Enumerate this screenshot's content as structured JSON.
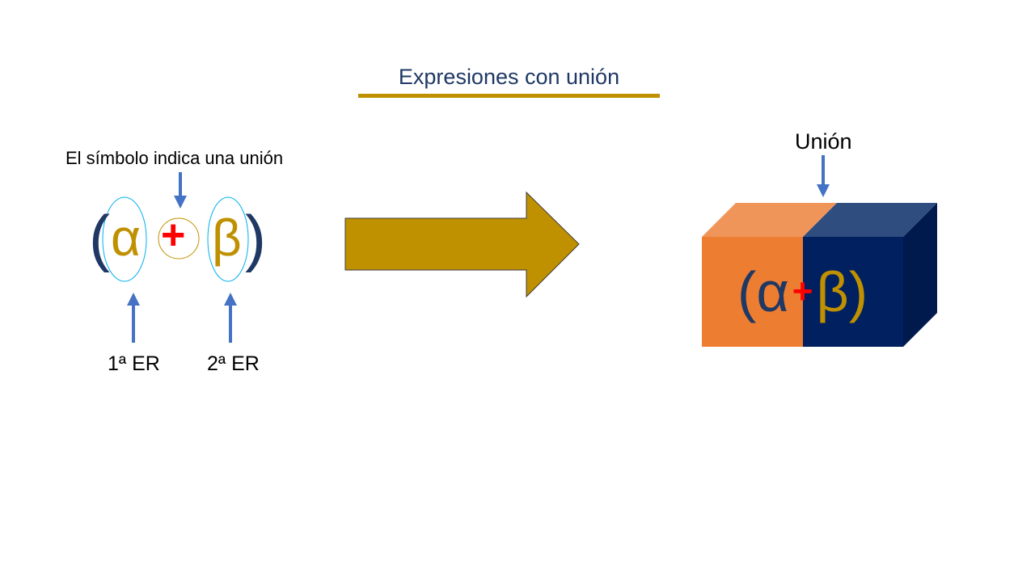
{
  "title": "Expresiones con unión",
  "left_diagram": {
    "symbol_caption": "El símbolo indica una unión",
    "open_paren": "(",
    "alpha": "α",
    "plus": "+",
    "beta": "β",
    "close_paren": ")",
    "label_first": "1ª ER",
    "label_second": "2ª ER"
  },
  "right_diagram": {
    "union_label": "Unión",
    "open_paren": "(",
    "alpha": "α",
    "plus": "+",
    "beta": "β",
    "close_paren": ")"
  },
  "colors": {
    "navy": "#1f3864",
    "gold": "#bf9000",
    "orange_front": "#ed7d31",
    "orange_top": "#f0955a",
    "navy_front": "#002060",
    "navy_top": "#2f4d7e",
    "navy_side": "#001a4d",
    "arrow_blue": "#4472c4",
    "red": "#ff0000"
  }
}
